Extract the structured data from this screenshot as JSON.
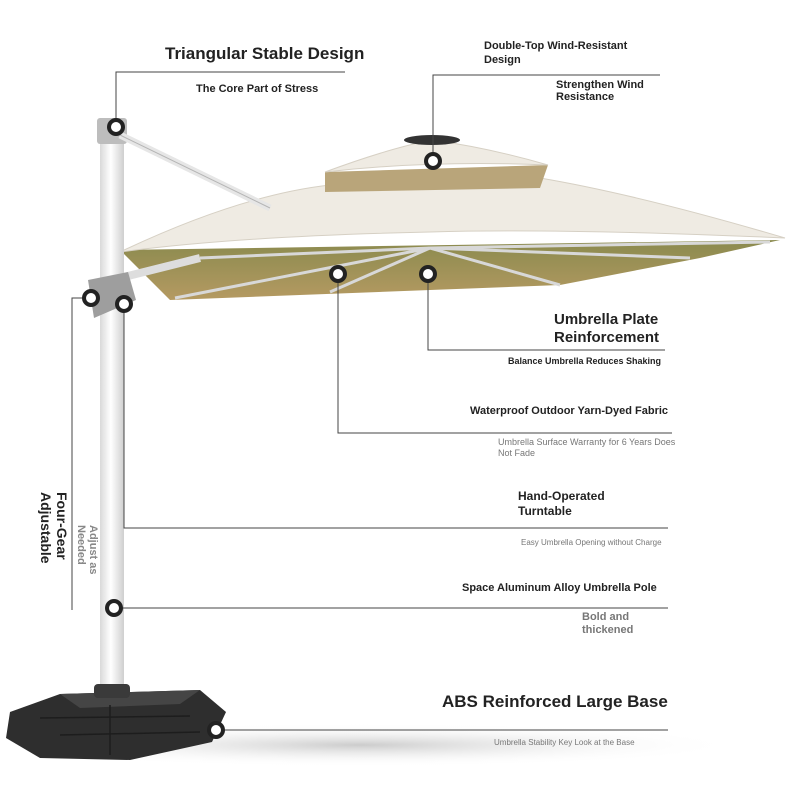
{
  "labels": {
    "triangular_title": "Triangular Stable Design",
    "triangular_sub": "The Core Part of Stress",
    "double_top_title": "Double-Top Wind-Resistant Design",
    "double_top_sub": "Strengthen Wind Resistance",
    "plate_title": "Umbrella Plate Reinforcement",
    "plate_sub": "Balance Umbrella Reduces Shaking",
    "fabric_title": "Waterproof Outdoor Yarn-Dyed Fabric",
    "fabric_sub": "Umbrella Surface Warranty for 6 Years Does Not Fade",
    "turntable_title": "Hand-Operated Turntable",
    "turntable_sub": "Easy Umbrella Opening without Charge",
    "pole_title": "Space Aluminum Alloy Umbrella Pole",
    "pole_sub": "Bold and thickened",
    "base_title": "ABS Reinforced Large Base",
    "base_sub": "Umbrella Stability Key Look at the Base",
    "gear_title": "Four-Gear Adjustable",
    "gear_sub": "Adjust as Needed"
  },
  "colors": {
    "canopy_top": "#efebe3",
    "canopy_under": "#a9925c",
    "pole": "#f0f0f0",
    "base": "#2e2e2e",
    "line": "#444444"
  }
}
